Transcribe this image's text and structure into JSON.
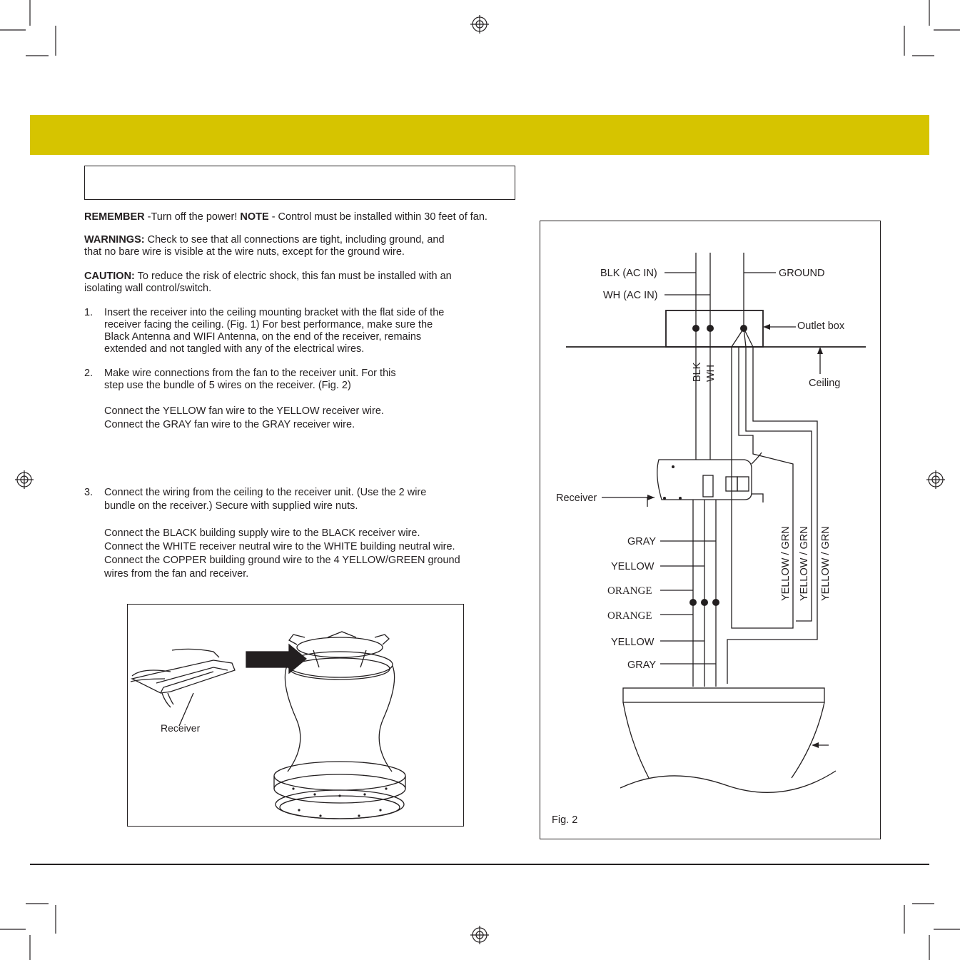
{
  "header": {
    "band_color": "#d6c400",
    "title_box_text": ""
  },
  "remember": {
    "label": "REMEMBER",
    "text": " -Turn off the power! ",
    "note_label": "NOTE",
    "note_text": " - Control must be installed within 30 feet of fan."
  },
  "warnings": {
    "label": "WARNINGS:",
    "line1": " Check to see that all connections are tight, including ground, and",
    "line2": "that no bare wire is visible at the wire nuts, except for the ground wire."
  },
  "caution": {
    "label": "CAUTION:",
    "line1": " To reduce the risk of electric shock, this fan must be installed with an",
    "line2": "isolating wall control/switch."
  },
  "step1": {
    "num": "1.",
    "line1": "Insert the receiver into the ceiling mounting bracket with the flat side of the",
    "line2": "receiver facing the ceiling. (Fig. 1) For best performance, make sure the",
    "line3": "Black Antenna and WIFI Antenna, on the end of the receiver, remains",
    "line4": "extended and not tangled with any of the electrical wires."
  },
  "step2": {
    "num": "2.",
    "line1": "Make wire connections from the fan to the receiver unit. For this",
    "line2": "step use the bundle of 5 wires on the receiver. (Fig. 2)",
    "conn1": "Connect the YELLOW fan wire to the YELLOW receiver wire.",
    "conn2": "Connect the GRAY fan wire to the GRAY receiver wire."
  },
  "step3": {
    "num": "3.",
    "line1": "Connect the wiring from the ceiling to the receiver unit. (Use the 2 wire",
    "line2": "bundle on the receiver.) Secure with supplied wire nuts.",
    "conn1": "Connect the BLACK building supply wire to the BLACK receiver wire.",
    "conn2": "Connect the WHITE receiver neutral wire to the WHITE building neutral wire.",
    "conn3": "Connect the COPPER building ground wire to the 4 YELLOW/GREEN ground",
    "conn4": "wires from the fan and receiver."
  },
  "fig1": {
    "receiver_label": "Receiver"
  },
  "fig2": {
    "blk_ac_in": "BLK (AC IN)",
    "wh_ac_in": "WH (AC IN)",
    "ground": "GROUND",
    "outlet_box": "Outlet box",
    "ceiling": "Ceiling",
    "blk": "BLK",
    "wh": "WH",
    "receiver": "Receiver",
    "gray_top": "GRAY",
    "yellow_top": "YELLOW",
    "orange_top": "ORANGE",
    "orange_bottom": "ORANGE",
    "yellow_bottom": "YELLOW",
    "gray_bottom": "GRAY",
    "yg1": "YELLOW / GRN",
    "yg2": "YELLOW / GRN",
    "yg3": "YELLOW / GRN",
    "caption": "Fig. 2"
  }
}
